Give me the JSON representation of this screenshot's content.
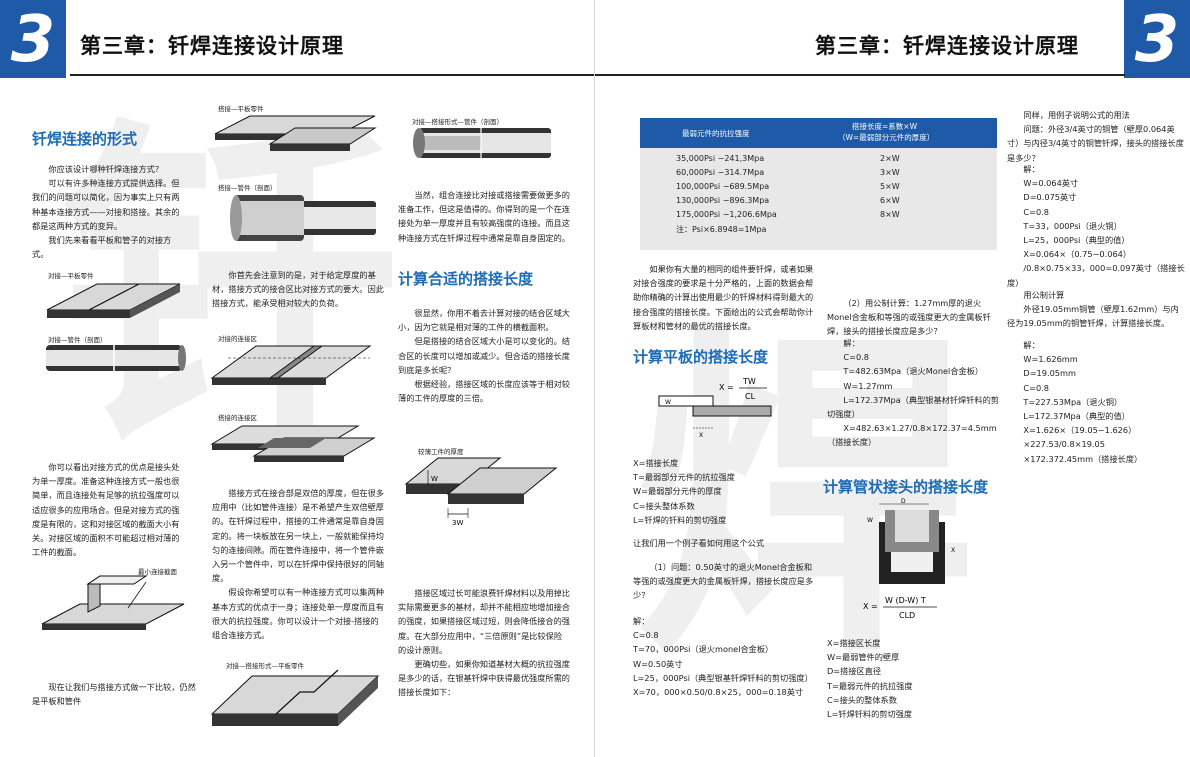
{
  "chapter": {
    "number": "3",
    "title": "第三章：钎焊连接设计原理"
  },
  "left": {
    "h_forms": "钎焊连接的形式",
    "intro": [
      "你应该设计哪种钎焊连接方式？",
      "可以有许多种连接方式提供选择。但我们的问题可以简化，因为事实上只有两种基本连接方式——对接和搭接。其余的都是这两种方式的变异。",
      "我们先来看看平板和管子的对接方式。"
    ],
    "cap_butt_plate": "对接—平板零件",
    "cap_butt_tube": "对接—管件（剖面）",
    "butt_adv": [
      "你可以看出对接方式的优点是接头处为单一厚度。准备这种连接方式一般也很简单，而且连接处有足够的抗拉强度可以适应很多的应用场合。但是对接方式的强度是有限的，这和对接区域的截面大小有关。对接区域的面积不可能超过相对薄的工件的截面。"
    ],
    "cap_min_section": "最小连接截面",
    "compare": [
      "现在让我们与搭接方式做一下比较，仍然是平板和管件"
    ],
    "cap_lap_plate": "搭接—平板零件",
    "cap_lap_tube": "搭接—管件（剖面）",
    "lap_note": [
      "你首先会注意到的是，对于给定厚度的基材，搭接方式的接合区比对接方式的要大。因此搭接方式，能承受相对较大的负荷。"
    ],
    "cap_butt_zone": "对接的连接区",
    "cap_lap_zone": "搭接的连接区",
    "lap_double": [
      "搭接方式在接合部是双倍的厚度，但在很多应用中（比如管件连接）是不希望产生双倍壁厚的。在钎焊过程中，搭接的工件通常是靠自身固定的。将一块板放在另一块上，一般就能保持均匀的连接间隙。而在管件连接中，将一个管件嵌入另一个管件中，可以在钎焊中保持很好的同轴度。",
      "假设你希望可以有一种连接方式可以集两种基本方式的优点于一身；连接处单一厚度而且有很大的抗拉强度。你可以设计一个对接-搭接的组合连接方式。"
    ],
    "cap_butt_lap_plate": "对接—搭接形式—平板零件",
    "cap_butt_lap_tube": "对接—搭接形式—管件（剖面）",
    "combo": [
      "当然，组合连接比对接或搭接需要做更多的准备工作，但这是值得的。你得到的是一个在连接处为单一厚度并且有较高强度的连接。而且这种连接方式在钎焊过程中通常是靠自身固定的。"
    ],
    "h_calc": "计算合适的搭接长度",
    "calc": [
      "很显然，你用不着去计算对接的结合区域大小，因为它就是相对薄的工件的横截面积。",
      "但是搭接的结合区域大小是可以变化的。结合区的长度可以增加或减少。但合适的搭接长度到底是多长呢？",
      "根据经验，搭接区域的长度应该等于相对较薄的工件的厚度的三倍。"
    ],
    "cap_thin": "较薄工件的厚度",
    "lbl_w": "W",
    "lbl_3w": "3W",
    "calc2": [
      "搭接区域过长可能浪费钎焊材料以及用掉比实际需要更多的基材，却并不能相应地增加接合的强度，如果搭接区域过短，则会降低接合的强度。在大部分应用中，“三倍原则”是比较保险的设计原则。",
      "更确切些，如果你知道基材大概的抗拉强度是多少的话，在银基钎焊中获得最优强度所需的搭接长度如下："
    ]
  },
  "right": {
    "table": {
      "head1": "最弱元件的抗拉强度",
      "head2a": "搭接长度=系数×W",
      "head2b": "（W=最弱部分元件的厚度）",
      "rows": [
        {
          "a": "35,000Psi  −241,3Mpa",
          "b": "2×W"
        },
        {
          "a": "60,000Psi  −314.7Mpa",
          "b": "3×W"
        },
        {
          "a": "100,000Psi  −689.5Mpa",
          "b": "5×W"
        },
        {
          "a": "130,000Psi  −896.3Mpa",
          "b": "6×W"
        },
        {
          "a": "175,000Psi  −1,206.6Mpa",
          "b": "8×W"
        }
      ],
      "note": "注：Psi×6.8948=1Mpa"
    },
    "many": [
      "如果你有大量的相同的组件要钎焊，或者如果对接合强度的要求是十分严格的，上面的数据会帮助你精确的计算出使用最少的钎焊材料得到最大的接合强度的搭接长度。下面给出的公式会帮助你计算板材和管材的最优的搭接长度。"
    ],
    "h_plate": "计算平板的搭接长度",
    "f_plate_x": "X =",
    "f_plate_num": "TW",
    "f_plate_den": "CL",
    "lbl_w": "W",
    "lbl_x": "X",
    "defs_plate": [
      "X=搭接长度",
      "T=最弱部分元件的抗拉强度",
      "W=最弱部分元件的厚度",
      "C=接头整体系数",
      "L=钎焊的钎料的剪切强度"
    ],
    "example_intro": "让我们用一个例子看如何用这个公式",
    "q1": "（1）问题：0.50英寸的退火Monel合金板和等强的或强度更大的金属板钎焊，搭接长度应是多少？",
    "sol1": [
      "解：",
      "C=0.8",
      "T=70，000Psi（退火monel合金板）",
      "W=0.50英寸",
      "L=25，000Psi（典型银基钎焊钎料的剪切强度）",
      "X=70，000×0.50/0.8×25，000=0.18英寸"
    ],
    "q2": "（2）用公制计算：1.27mm厚的退火Monel合金板和等强的或强度更大的金属板钎焊，接头的搭接长度应是多少？",
    "sol2": [
      "解：",
      "C=0.8",
      "T=482.63Mpa（退火Monel合金板）",
      "W=1.27mm",
      "L=172.37Mpa（典型银基材钎焊钎料的剪切强度）",
      "X=482.63×1.27/0.8×172.37=4.5mm（搭接长度）"
    ],
    "h_tube": "计算管状接头的搭接长度",
    "f_tube_x": "X =",
    "f_tube_num": "W (D-W) T",
    "f_tube_den": "CLD",
    "lbl_d": "D",
    "defs_tube": [
      "X=搭接区长度",
      "W=最弱管件的壁厚",
      "D=搭接区直径",
      "T=最弱元件的抗拉强度",
      "C=接头的整体系数",
      "L=钎焊钎料的剪切强度"
    ],
    "q3": [
      "同样，用例子说明公式的用法",
      "问题：外径3/4英寸的铜管（壁厚0.064英寸）与内径3/4英寸的铜管钎焊，接头的搭接长度是多少？"
    ],
    "sol3": [
      "解：",
      "W=0.064英寸",
      "D=0.075英寸",
      "C=0.8",
      "T=33，000Psi（退火铜）",
      "L=25，000Psi（典型的值）",
      "X=0.064×（0.75−0.064）",
      "/0.8×0.75×33，000=0.097英寸（搭接长度）"
    ],
    "metric_head": "用公制计算",
    "q4": "外径19.05mm铜管（壁厚1.62mm）与内径为19.05mm的铜管钎焊，计算搭接长度。",
    "sol4": [
      "解：",
      "W=1.626mm",
      "D=19.05mm",
      "C=0.8",
      "T=227.53Mpa（退火铜）",
      "L=172.37Mpa（典型的值）",
      "X=1.626×（19.05−1.626）",
      "×227.53/0.8×19.05",
      "×172.372.45mm（搭接长度）"
    ]
  }
}
